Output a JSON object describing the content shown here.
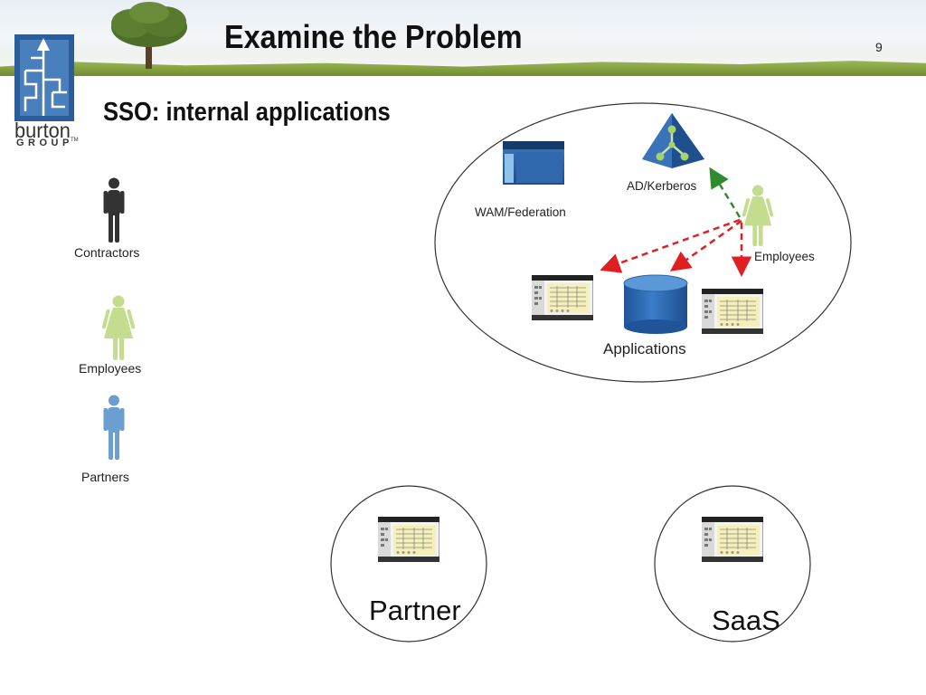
{
  "slide": {
    "title": "Examine the Problem",
    "page_number": "9",
    "subtitle": "SSO: internal applications"
  },
  "logo": {
    "line1": "burton",
    "line2": "GROUP",
    "trademark": "TM"
  },
  "left_people": [
    {
      "label": "Contractors",
      "color": "#333333"
    },
    {
      "label": "Employees",
      "color": "#c3dc8e"
    },
    {
      "label": "Partners",
      "color": "#6a9fd0"
    }
  ],
  "internal_cluster": {
    "wam_label": "WAM/Federation",
    "ad_label": "AD/Kerberos",
    "employee_label": "Employees",
    "applications_label": "Applications"
  },
  "partner_circle": {
    "label": "Partner"
  },
  "saas_circle": {
    "label": "SaaS"
  },
  "colors": {
    "auth_arrow": "#2e8b2e",
    "access_arrow": "#e02020",
    "ad_pyramid": "#2c64a8",
    "database": "#2e6db3"
  }
}
